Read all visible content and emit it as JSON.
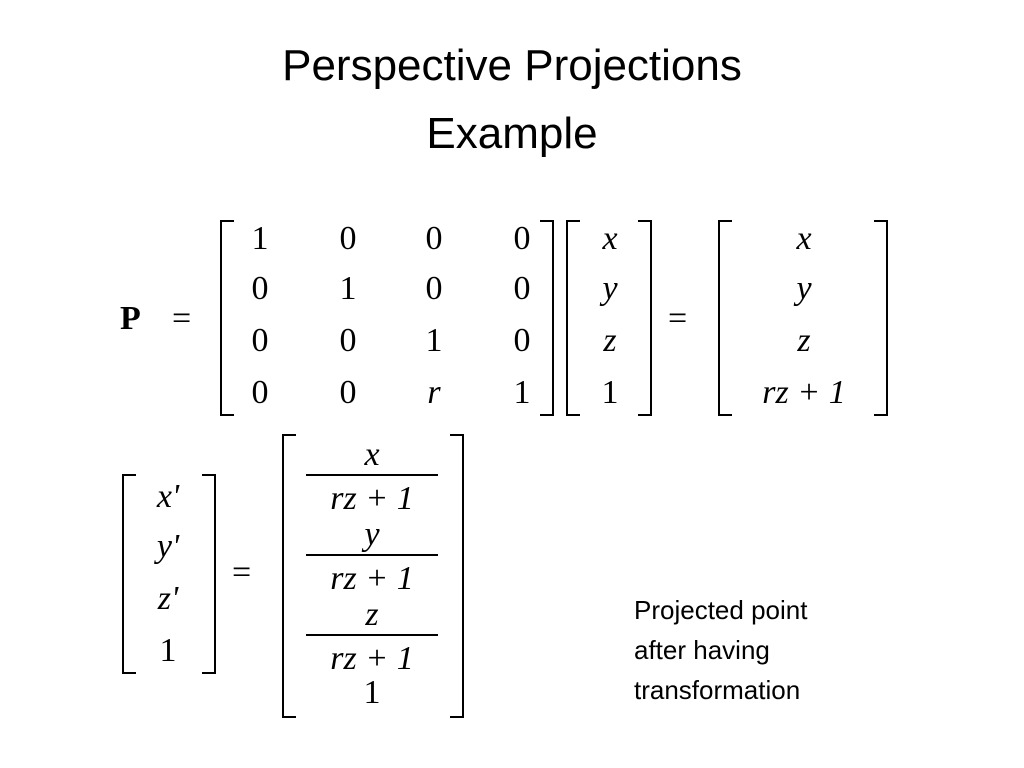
{
  "slide": {
    "title_line1": "Perspective Projections",
    "title_line2": "Example",
    "caption_lines": [
      "Projected point",
      "after having",
      "transformation"
    ]
  },
  "equation1": {
    "lhs": "P",
    "equals": "=",
    "matrix": [
      [
        "1",
        "0",
        "0",
        "0"
      ],
      [
        "0",
        "1",
        "0",
        "0"
      ],
      [
        "0",
        "0",
        "1",
        "0"
      ],
      [
        "0",
        "0",
        "r",
        "1"
      ]
    ],
    "vector": [
      "x",
      "y",
      "z",
      "1"
    ],
    "result": [
      "x",
      "y",
      "z",
      "rz + 1"
    ]
  },
  "equation2": {
    "lhs": [
      "x'",
      "y'",
      "z'",
      "1"
    ],
    "equals": "=",
    "numerators": [
      "x",
      "y",
      "z"
    ],
    "denominator": "rz + 1",
    "last": "1"
  }
}
